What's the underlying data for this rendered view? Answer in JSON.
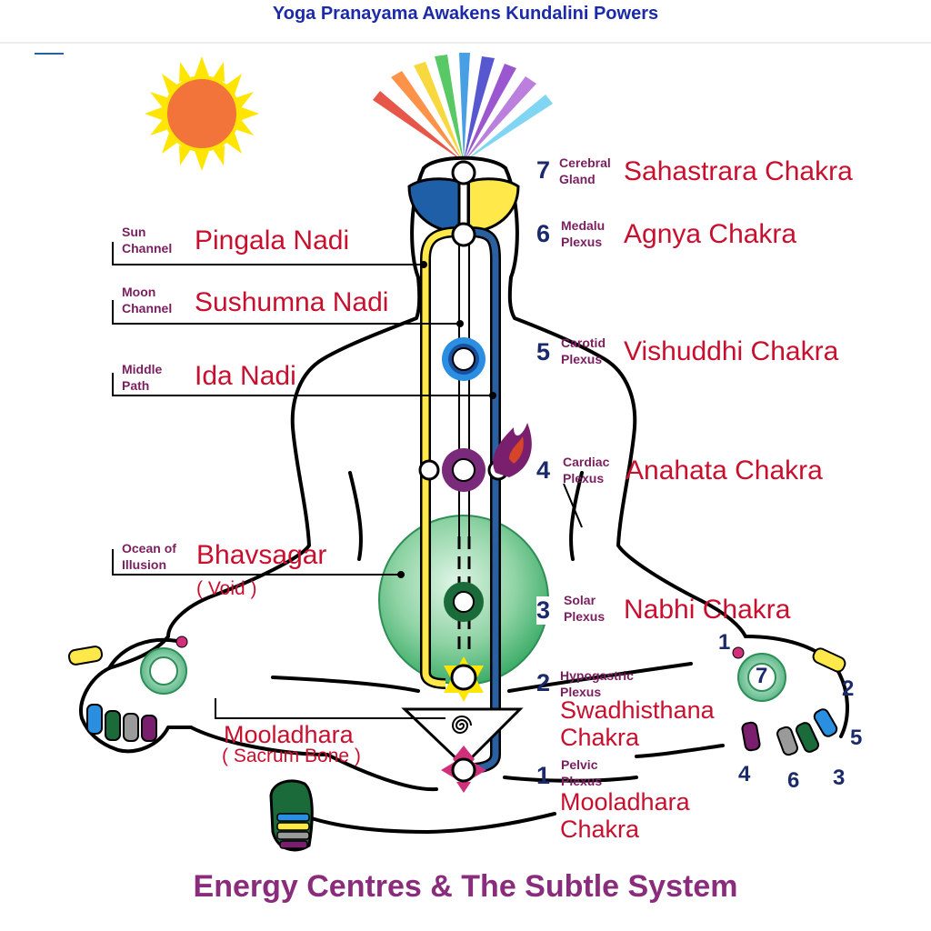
{
  "title": "Yoga Pranayama Awakens Kundalini Powers",
  "footer": "Energy Centres & The Subtle System",
  "colors": {
    "title_blue": "#1b2aa8",
    "footer_purple": "#8a2c7c",
    "label_red": "#c8102e",
    "small_purple": "#7a1f5e",
    "number_navy": "#1a2a6a",
    "sun": "#f2743a",
    "sun_rays": "#ffe500",
    "moon": "#3b8fd0",
    "pingala_yellow": "#ffe94a",
    "ida_blue": "#2a5fa0",
    "void_green": "#3fae6a"
  },
  "icons": [
    "sun-icon",
    "moon-icon",
    "crown-rainbow-icon",
    "flame-icon",
    "spiral-icon"
  ],
  "chakras": [
    {
      "num": "7",
      "plexus_line1": "Cerebral",
      "plexus_line2": "Gland",
      "name": "Sahastrara Chakra"
    },
    {
      "num": "6",
      "plexus_line1": "Medalu",
      "plexus_line2": "Plexus",
      "name": "Agnya Chakra"
    },
    {
      "num": "5",
      "plexus_line1": "Carotid",
      "plexus_line2": "Plexus",
      "name": "Vishuddhi Chakra"
    },
    {
      "num": "4",
      "plexus_line1": "Cardiac",
      "plexus_line2": "Plexus",
      "name": "Anahata Chakra"
    },
    {
      "num": "3",
      "plexus_line1": "Solar",
      "plexus_line2": "Plexus",
      "name": "Nabhi Chakra"
    },
    {
      "num": "2",
      "plexus_line1": "Hypogastric",
      "plexus_line2": "Plexus",
      "name_line1": "Swadhisthana",
      "name_line2": "Chakra"
    },
    {
      "num": "1",
      "plexus_line1": "Pelvic",
      "plexus_line2": "Plexus",
      "name_line1": "Mooladhara",
      "name_line2": "Chakra"
    }
  ],
  "nadis": [
    {
      "line1": "Sun",
      "line2": "Channel",
      "name": "Pingala Nadi"
    },
    {
      "line1": "Moon",
      "line2": "Channel",
      "name": "Sushumna Nadi"
    },
    {
      "line1": "Middle",
      "line2": "Path",
      "name": "Ida Nadi"
    }
  ],
  "bhavsagar": {
    "line1": "Ocean of",
    "line2": "Illusion",
    "name": "Bhavsagar",
    "sub": "( Void  )"
  },
  "mooladhara_left": {
    "name": "Mooladhara",
    "sub": "( Sacrum Bone )"
  },
  "hand_numbers": [
    "1",
    "7",
    "2",
    "5",
    "4",
    "6",
    "3"
  ]
}
